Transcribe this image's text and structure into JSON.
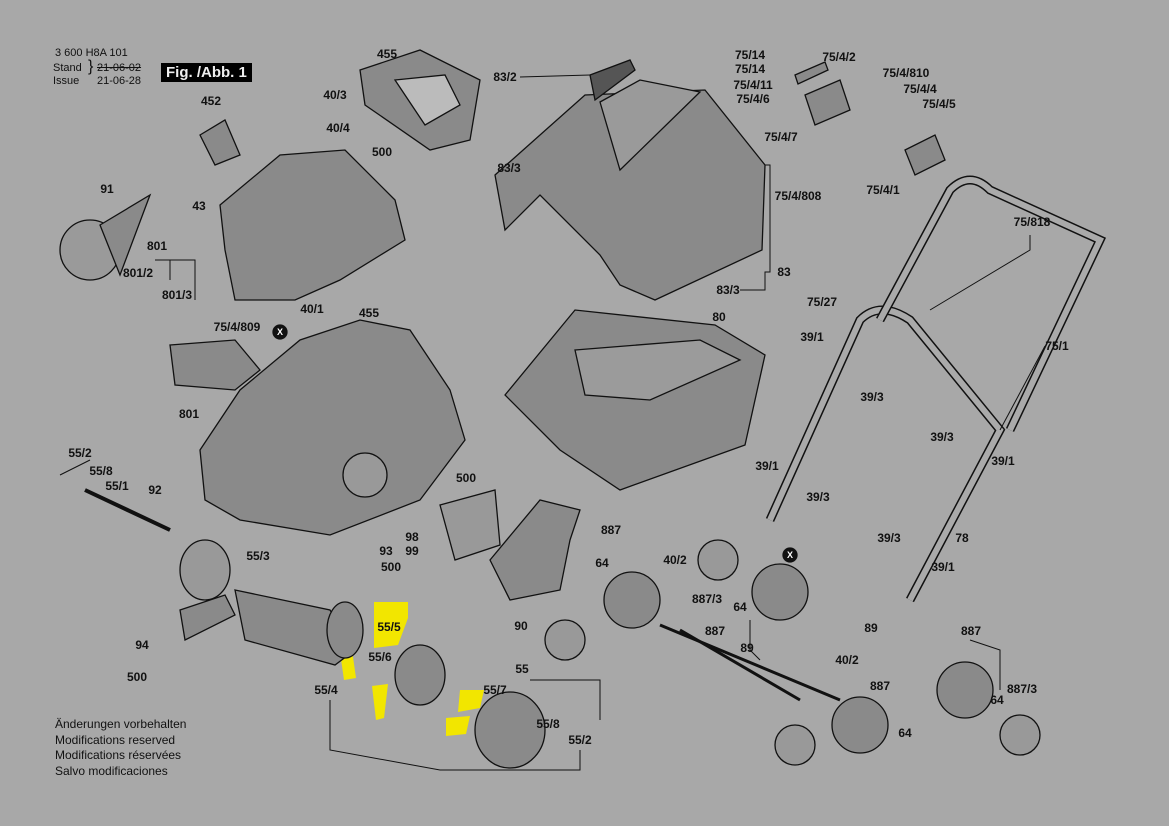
{
  "header": {
    "part_number": "3 600 H8A 101",
    "stand_label": "Stand",
    "issue_label": "Issue",
    "stand_date_struck": "21-06-02",
    "issue_date": "21-06-28",
    "figure": "Fig. /Abb. 1"
  },
  "notes": [
    "Änderungen vorbehalten",
    "Modifications reserved",
    "Modifications réservées",
    "Salvo modificaciones"
  ],
  "callouts": [
    "455",
    "40/3",
    "452",
    "40/4",
    "500",
    "91",
    "43",
    "801",
    "801/2",
    "801/3",
    "75/4/809",
    "X",
    "40/1",
    "455",
    "801",
    "55/2",
    "55/8",
    "55/1",
    "92",
    "55/3",
    "94",
    "500",
    "500",
    "98",
    "99",
    "93",
    "500",
    "90",
    "887",
    "64",
    "40/2",
    "887/3",
    "64",
    "887",
    "89",
    "89",
    "40/2",
    "887",
    "64",
    "887",
    "64",
    "887/3",
    "55/5",
    "55/6",
    "55/4",
    "55",
    "55/7",
    "55/8",
    "55/2",
    "83/2",
    "83/3",
    "83",
    "83/3",
    "80",
    "75/14",
    "75/14",
    "75/4/11",
    "75/4/6",
    "75/4/7",
    "75/4/2",
    "75/4/810",
    "75/4/4",
    "75/4/5",
    "75/4/808",
    "75/4/1",
    "75/818",
    "75/27",
    "39/1",
    "75/1",
    "39/3",
    "39/3",
    "39/1",
    "39/1",
    "39/3",
    "39/3",
    "78",
    "39/1",
    "X"
  ],
  "colors": {
    "background": "#a8a8a8",
    "highlight": "#f2e600",
    "line": "#111111"
  }
}
